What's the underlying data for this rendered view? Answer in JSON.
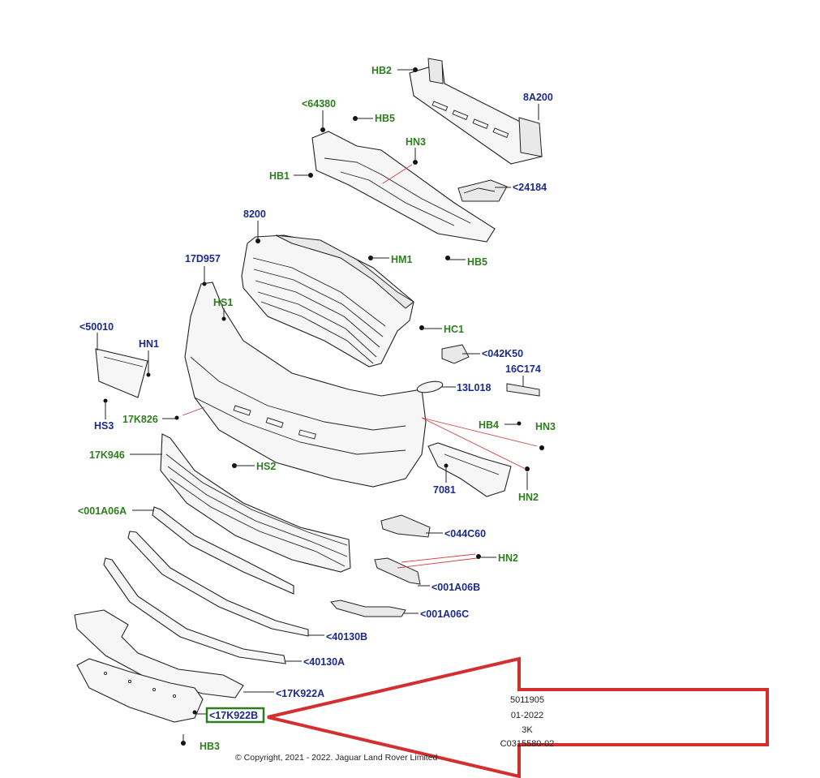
{
  "colors": {
    "green_label": "#2e7d1e",
    "blue_label": "#1c2a8c",
    "highlight_box": "#2e7d1e",
    "arrow": "#d32f2f"
  },
  "callouts": [
    {
      "id": "hb2",
      "text": "HB2",
      "color": "green"
    },
    {
      "id": "p8a200",
      "text": "8A200",
      "color": "blue"
    },
    {
      "id": "p64380",
      "text": "<64380",
      "color": "green"
    },
    {
      "id": "hb5a",
      "text": "HB5",
      "color": "green"
    },
    {
      "id": "hn3a",
      "text": "HN3",
      "color": "green"
    },
    {
      "id": "hb1",
      "text": "HB1",
      "color": "green"
    },
    {
      "id": "p24184",
      "text": "<24184",
      "color": "blue"
    },
    {
      "id": "p8200",
      "text": "8200",
      "color": "blue"
    },
    {
      "id": "hm1",
      "text": "HM1",
      "color": "green"
    },
    {
      "id": "hb5b",
      "text": "HB5",
      "color": "green"
    },
    {
      "id": "p17d957",
      "text": "17D957",
      "color": "blue"
    },
    {
      "id": "hs1",
      "text": "HS1",
      "color": "green"
    },
    {
      "id": "hc1",
      "text": "HC1",
      "color": "green"
    },
    {
      "id": "p50010",
      "text": "<50010",
      "color": "blue"
    },
    {
      "id": "hn1",
      "text": "HN1",
      "color": "blue"
    },
    {
      "id": "p042k50",
      "text": "<042K50",
      "color": "blue"
    },
    {
      "id": "p16c174",
      "text": "16C174",
      "color": "blue"
    },
    {
      "id": "p13l018",
      "text": "13L018",
      "color": "blue"
    },
    {
      "id": "hs3",
      "text": "HS3",
      "color": "blue"
    },
    {
      "id": "p17k826",
      "text": "17K826",
      "color": "green"
    },
    {
      "id": "hb4",
      "text": "HB4",
      "color": "green"
    },
    {
      "id": "hn3b",
      "text": "HN3",
      "color": "green"
    },
    {
      "id": "p17k946",
      "text": "17K946",
      "color": "green"
    },
    {
      "id": "hs2",
      "text": "HS2",
      "color": "green"
    },
    {
      "id": "p7081",
      "text": "7081",
      "color": "blue"
    },
    {
      "id": "hn2a",
      "text": "HN2",
      "color": "green"
    },
    {
      "id": "p001a06a",
      "text": "<001A06A",
      "color": "green"
    },
    {
      "id": "p044c60",
      "text": "<044C60",
      "color": "blue"
    },
    {
      "id": "hn2b",
      "text": "HN2",
      "color": "green"
    },
    {
      "id": "p001a06b",
      "text": "<001A06B",
      "color": "blue"
    },
    {
      "id": "p001a06c",
      "text": "<001A06C",
      "color": "blue"
    },
    {
      "id": "p40130b",
      "text": "<40130B",
      "color": "blue"
    },
    {
      "id": "p40130a",
      "text": "<40130A",
      "color": "blue"
    },
    {
      "id": "p17k922a",
      "text": "<17K922A",
      "color": "blue"
    },
    {
      "id": "p17k922b",
      "text": "<17K922B",
      "color": "blue"
    },
    {
      "id": "hb3",
      "text": "HB3",
      "color": "green"
    }
  ],
  "meta": {
    "doc_number": "5011905",
    "date": "01-2022",
    "revision": "3K",
    "code": "C0315580-02"
  },
  "copyright": "© Copyright, 2021 - 2022. Jaguar Land Rover Limited"
}
